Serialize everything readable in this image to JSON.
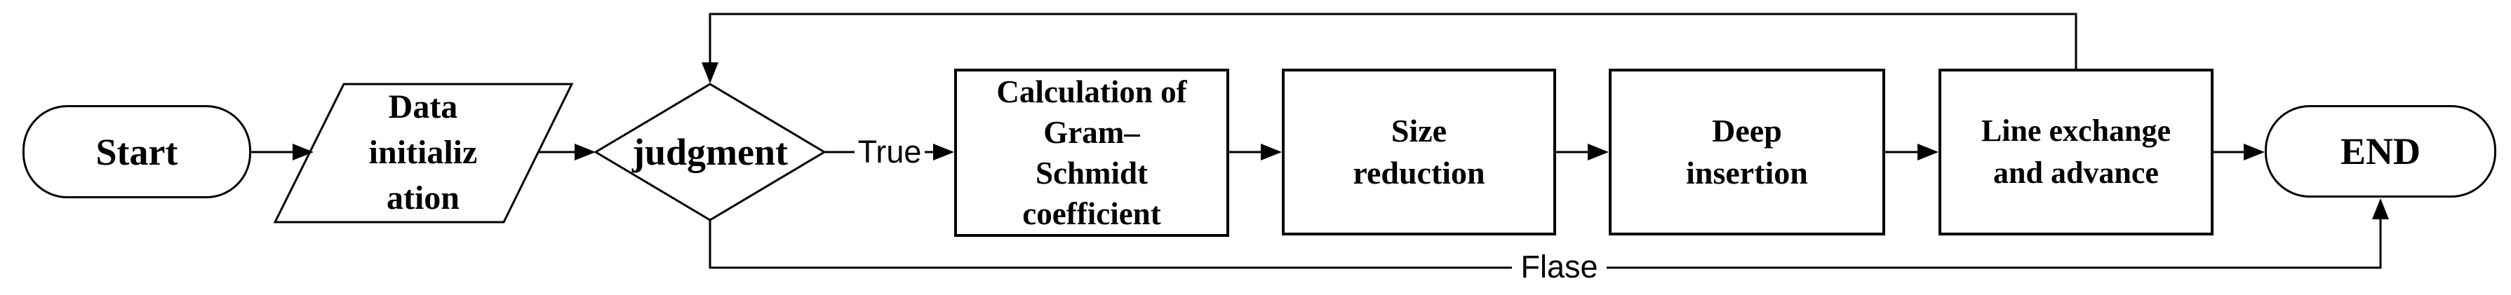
{
  "diagram": {
    "type": "flowchart",
    "background_color": "#ffffff",
    "stroke_color": "#000000",
    "text_color": "#000000",
    "nodes": {
      "start": {
        "label": "Start",
        "shape": "stadium"
      },
      "data_initialization": {
        "label": "Data\ninitializ\nation",
        "shape": "parallelogram"
      },
      "judgment": {
        "label": "judgment",
        "shape": "diamond"
      },
      "gram_schmidt": {
        "label": "Calculation of\nGram–\nSchmidt\ncoefficient",
        "shape": "rectangle"
      },
      "size_reduction": {
        "label": "Size\nreduction",
        "shape": "rectangle"
      },
      "deep_insertion": {
        "label": "Deep\ninsertion",
        "shape": "rectangle"
      },
      "line_exchange": {
        "label": "Line exchange\nand advance",
        "shape": "rectangle"
      },
      "end": {
        "label": "END",
        "shape": "stadium"
      }
    },
    "edge_labels": {
      "true": "True",
      "false": "Flase"
    },
    "edges": [
      {
        "from": "start",
        "to": "data_initialization",
        "label": ""
      },
      {
        "from": "data_initialization",
        "to": "judgment",
        "label": ""
      },
      {
        "from": "judgment",
        "to": "gram_schmidt",
        "label": "True"
      },
      {
        "from": "gram_schmidt",
        "to": "size_reduction",
        "label": ""
      },
      {
        "from": "size_reduction",
        "to": "deep_insertion",
        "label": ""
      },
      {
        "from": "deep_insertion",
        "to": "line_exchange",
        "label": ""
      },
      {
        "from": "line_exchange",
        "to": "end",
        "label": ""
      },
      {
        "from": "line_exchange",
        "to": "judgment",
        "label": "",
        "route": "top-feedback-loop"
      },
      {
        "from": "judgment",
        "to": "end",
        "label": "Flase",
        "route": "bottom"
      }
    ]
  }
}
